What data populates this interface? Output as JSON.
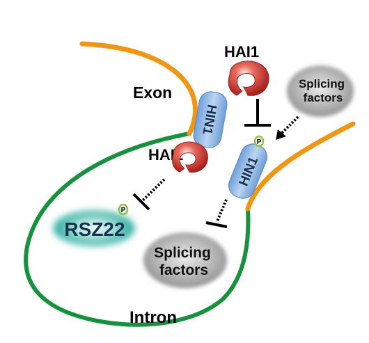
{
  "labels": {
    "exon": "Exon",
    "intron": "Intron",
    "hai1_top": "HAI1",
    "hai1_mid": "HAI1",
    "splicing_top_line1": "Splicing",
    "splicing_top_line2": "factors",
    "splicing_bottom_line1": "Splicing",
    "splicing_bottom_line2": "factors",
    "hin1_top": "HIN1",
    "hin1_right": "HIN1",
    "rsz22": "RSZ22",
    "phospho_rsz22": "P",
    "phospho_hin1": "P"
  },
  "colors": {
    "exon": "#ef9614",
    "intron": "#17913d",
    "hai1": "#c9302c",
    "hin1": "#9dc0e6",
    "rsz22": "#16a497",
    "splicing_factor": "#9a9a9a",
    "phospho": "#8bc440"
  },
  "icons": {
    "hai1": "hai1-protein-icon",
    "phospho": "phospho-marker-icon"
  }
}
